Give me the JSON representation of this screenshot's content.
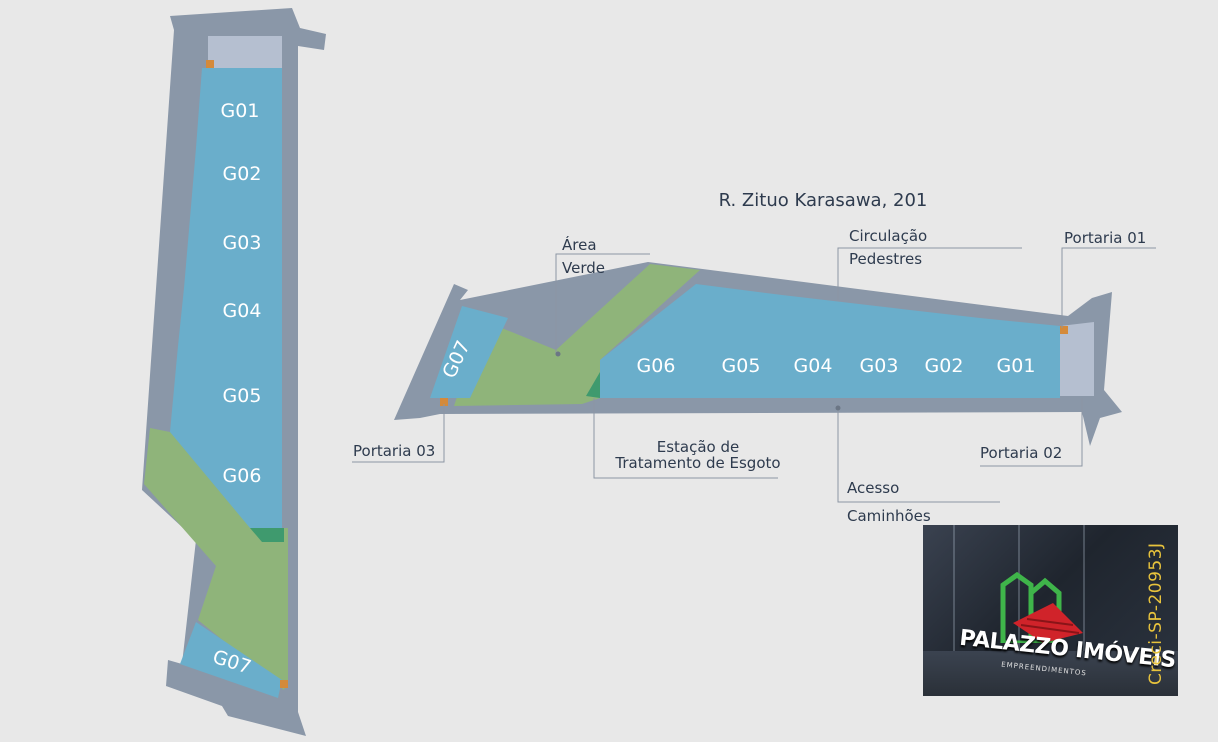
{
  "street_label": "R. Zituo Karasawa, 201",
  "units_vertical": [
    "G01",
    "G02",
    "G03",
    "G04",
    "G05",
    "G06",
    "G07"
  ],
  "units_horizontal": [
    "G07",
    "G06",
    "G05",
    "G04",
    "G03",
    "G02",
    "G01"
  ],
  "annotations": {
    "area_verde_line1": "Área",
    "area_verde_line2": "Verde",
    "circulacao_line1": "Circulação",
    "circulacao_line2": "Pedestres",
    "portaria01": "Portaria 01",
    "portaria02": "Portaria 02",
    "portaria03": "Portaria 03",
    "estacao_line1": "Estação de",
    "estacao_line2": "Tratamento de Esgoto",
    "acesso_line1": "Acesso",
    "acesso_line2": "Caminhões"
  },
  "logo": {
    "name": "PALAZZO IMÓVEIS",
    "subtitle": "EMPREENDIMENTOS",
    "creci": "Creci-SP-20953J"
  },
  "colors": {
    "background": "#e8e8e8",
    "unit_fill": "#6aaecb",
    "green_area": "#8fb47a",
    "road": "#8a97a8",
    "gatehouse": "#b5bfd0",
    "marker": "#d48a3a",
    "logo_red": "#d0232a",
    "logo_green": "#3fb54a",
    "creci_yellow": "#e8c33c"
  }
}
